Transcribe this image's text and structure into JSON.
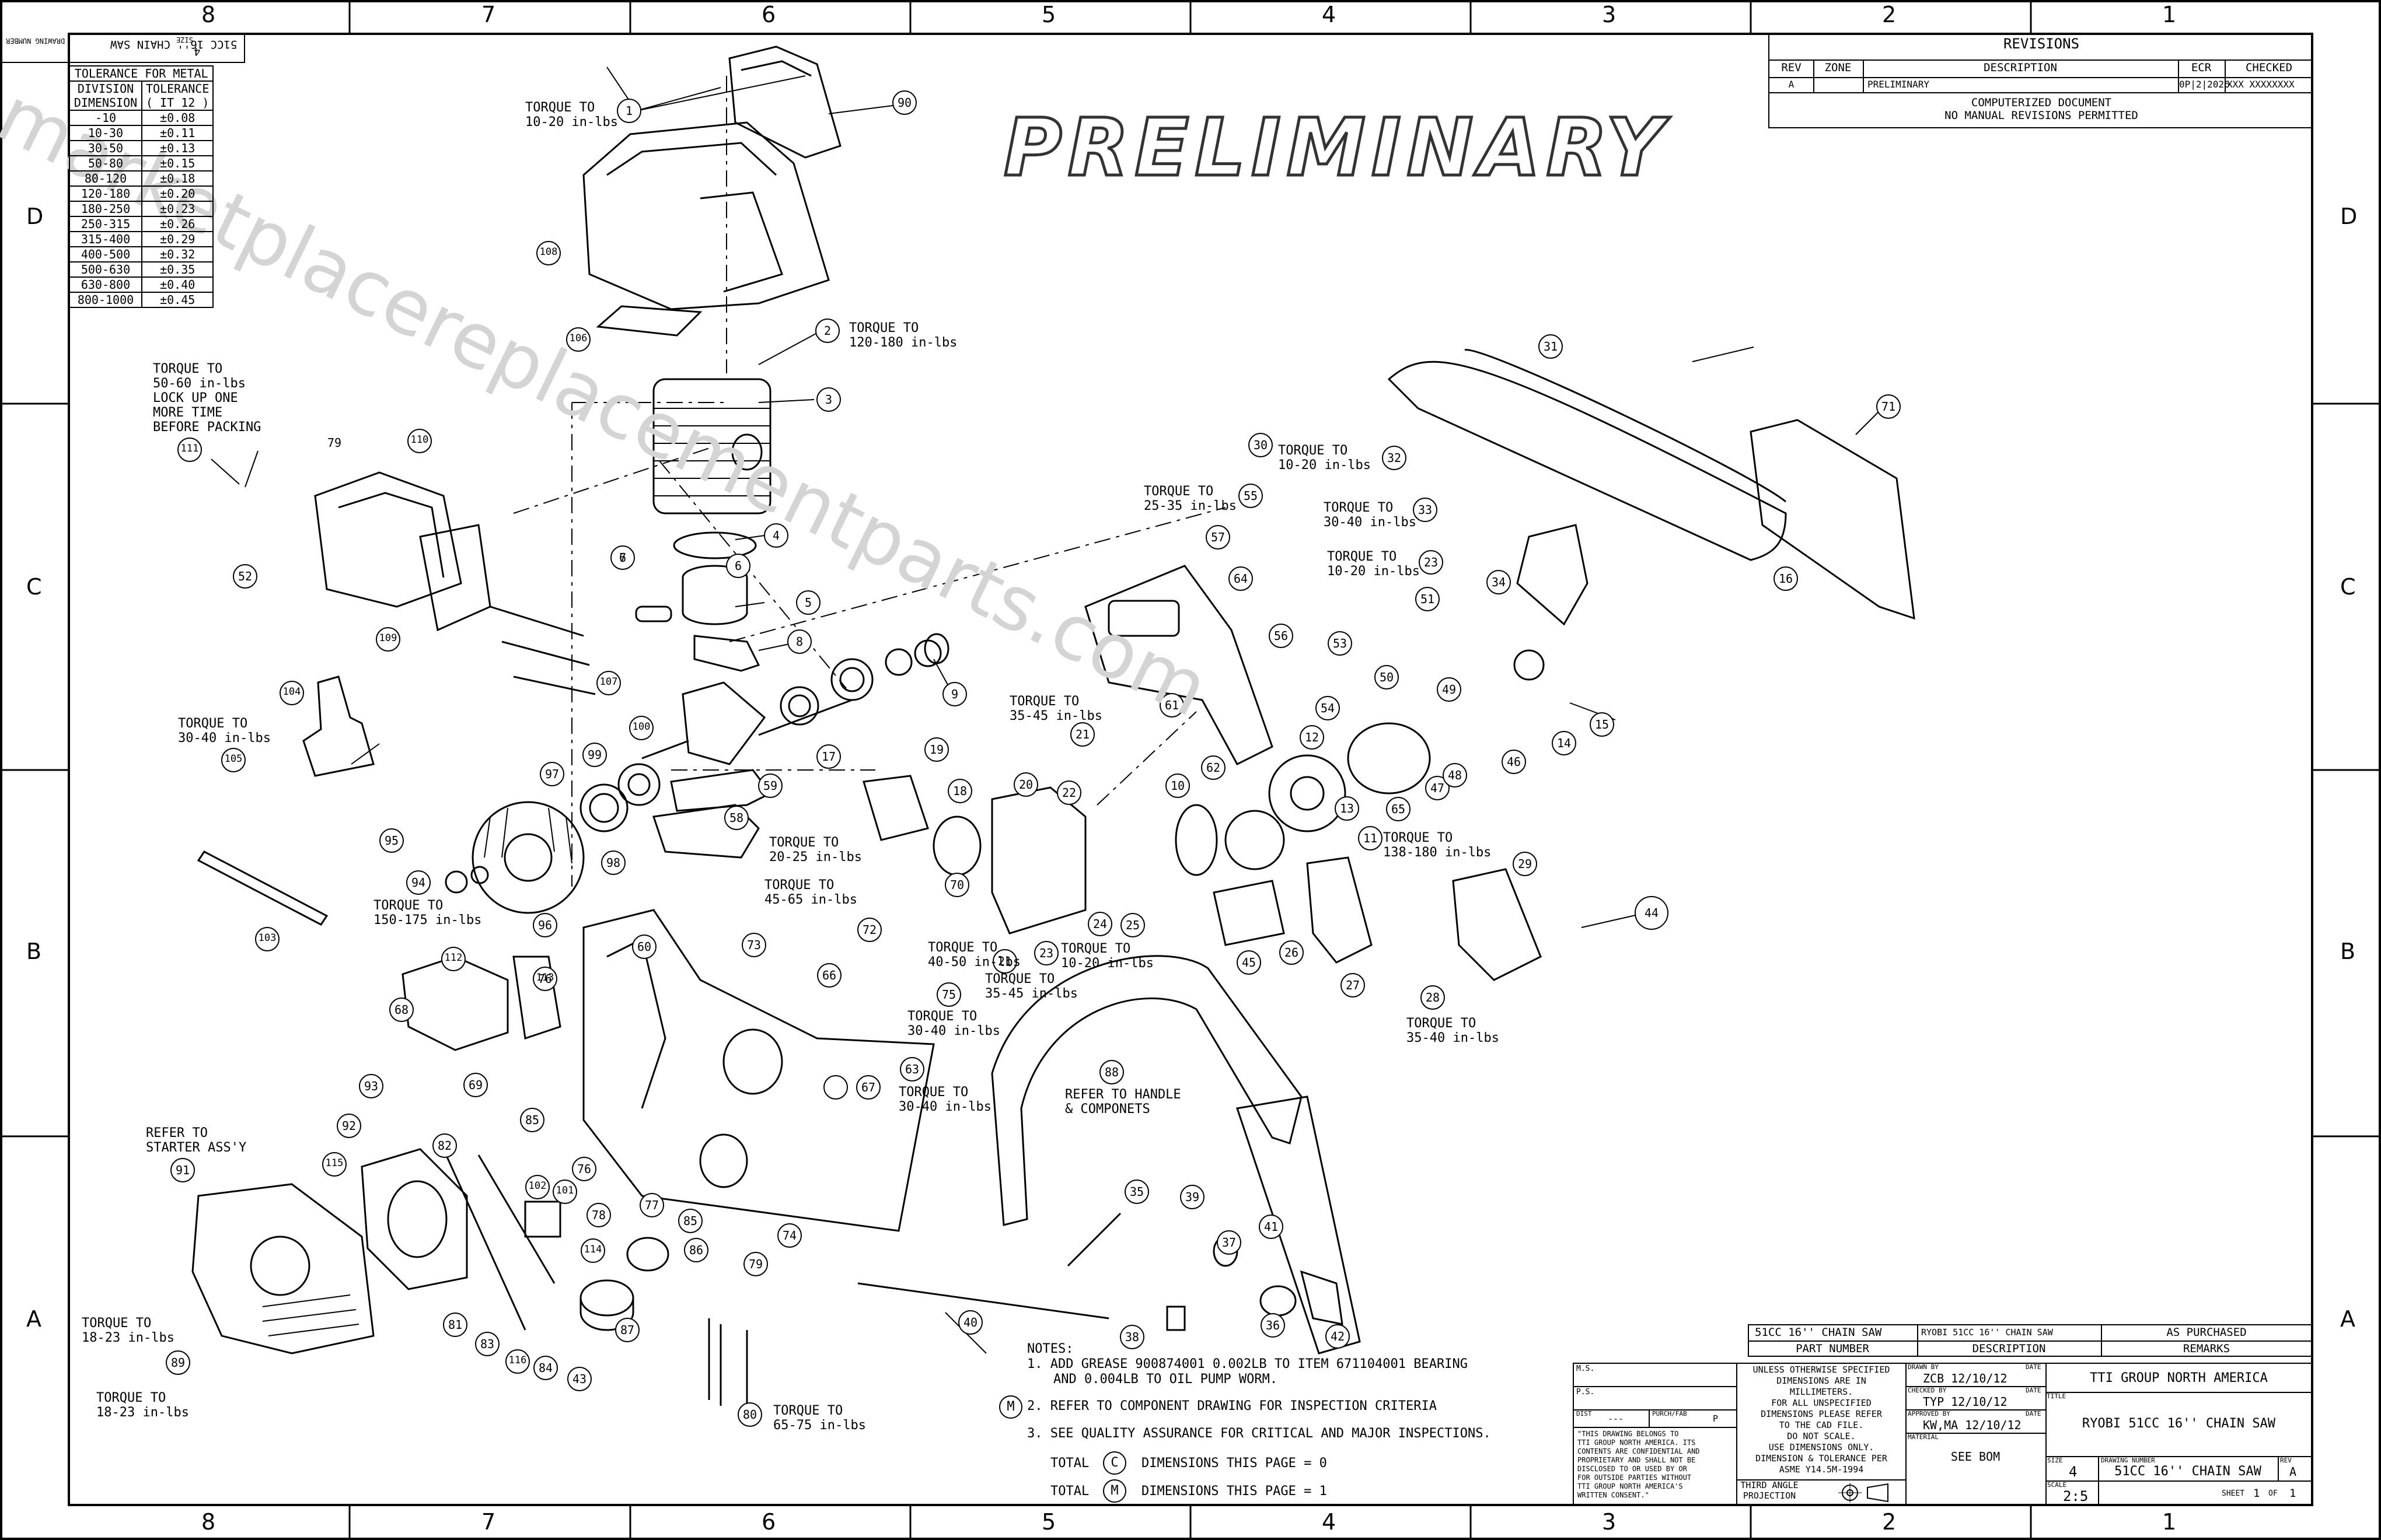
{
  "drawing": {
    "preliminary_stamp": "PRELIMINARY",
    "watermark": "marketplacereplacementparts.com",
    "top_left_flipped": "51CC 16'' CHAIN SAW",
    "size_label": "SIZE",
    "drawing_number_label": "DRAWING NUMBER",
    "size_value": "4"
  },
  "zones": {
    "columns": [
      "8",
      "7",
      "6",
      "5",
      "4",
      "3",
      "2",
      "1"
    ],
    "rows": [
      "D",
      "C",
      "B",
      "A"
    ]
  },
  "tolerance_table": {
    "title": "TOLERANCE FOR METAL",
    "headers": [
      "DIVISION DIMENSION",
      "TOLERANCE ( IT 12 )"
    ],
    "rows": [
      [
        "-10",
        "±0.08"
      ],
      [
        "10-30",
        "±0.11"
      ],
      [
        "30-50",
        "±0.13"
      ],
      [
        "50-80",
        "±0.15"
      ],
      [
        "80-120",
        "±0.18"
      ],
      [
        "120-180",
        "±0.20"
      ],
      [
        "180-250",
        "±0.23"
      ],
      [
        "250-315",
        "±0.26"
      ],
      [
        "315-400",
        "±0.29"
      ],
      [
        "400-500",
        "±0.32"
      ],
      [
        "500-630",
        "±0.35"
      ],
      [
        "630-800",
        "±0.40"
      ],
      [
        "800-1000",
        "±0.45"
      ]
    ]
  },
  "revisions": {
    "title": "REVISIONS",
    "headers": [
      "REV",
      "ZONE",
      "DESCRIPTION",
      "ECR",
      "CHECKED"
    ],
    "row": [
      "A",
      "",
      "PRELIMINARY",
      "0P|2|2026",
      "XXX XXXXXXXX"
    ],
    "note_line1": "COMPUTERIZED DOCUMENT",
    "note_line2": "NO MANUAL REVISIONS PERMITTED"
  },
  "callouts": [
    {
      "id": "1",
      "label": "1"
    },
    {
      "id": "2",
      "label": "2"
    },
    {
      "id": "3",
      "label": "3"
    },
    {
      "id": "4",
      "label": "4"
    },
    {
      "id": "5",
      "label": "5"
    },
    {
      "id": "6a",
      "label": "6"
    },
    {
      "id": "6b",
      "label": "6"
    },
    {
      "id": "7",
      "label": "7"
    },
    {
      "id": "8",
      "label": "8"
    },
    {
      "id": "9",
      "label": "9"
    },
    {
      "id": "10",
      "label": "10"
    },
    {
      "id": "11",
      "label": "11"
    },
    {
      "id": "12",
      "label": "12"
    },
    {
      "id": "13",
      "label": "13"
    },
    {
      "id": "14",
      "label": "14"
    },
    {
      "id": "15",
      "label": "15"
    },
    {
      "id": "16",
      "label": "16"
    },
    {
      "id": "17",
      "label": "17"
    },
    {
      "id": "18",
      "label": "18"
    },
    {
      "id": "19",
      "label": "19"
    },
    {
      "id": "20",
      "label": "20"
    },
    {
      "id": "21a",
      "label": "21"
    },
    {
      "id": "21b",
      "label": "21"
    },
    {
      "id": "22",
      "label": "22"
    },
    {
      "id": "23a",
      "label": "23"
    },
    {
      "id": "23b",
      "label": "23"
    },
    {
      "id": "24",
      "label": "24"
    },
    {
      "id": "25",
      "label": "25"
    },
    {
      "id": "26",
      "label": "26"
    },
    {
      "id": "27",
      "label": "27"
    },
    {
      "id": "28",
      "label": "28"
    },
    {
      "id": "29",
      "label": "29"
    },
    {
      "id": "30",
      "label": "30"
    },
    {
      "id": "31",
      "label": "31"
    },
    {
      "id": "32",
      "label": "32"
    },
    {
      "id": "33",
      "label": "33"
    },
    {
      "id": "34",
      "label": "34"
    },
    {
      "id": "35",
      "label": "35"
    },
    {
      "id": "36",
      "label": "36"
    },
    {
      "id": "37",
      "label": "37"
    },
    {
      "id": "38",
      "label": "38"
    },
    {
      "id": "39",
      "label": "39"
    },
    {
      "id": "40",
      "label": "40"
    },
    {
      "id": "41",
      "label": "41"
    },
    {
      "id": "42",
      "label": "42"
    },
    {
      "id": "43",
      "label": "43"
    },
    {
      "id": "44",
      "label": "44"
    },
    {
      "id": "45",
      "label": "45"
    },
    {
      "id": "46",
      "label": "46"
    },
    {
      "id": "47",
      "label": "47"
    },
    {
      "id": "48",
      "label": "48"
    },
    {
      "id": "49",
      "label": "49"
    },
    {
      "id": "50",
      "label": "50"
    },
    {
      "id": "51",
      "label": "51"
    },
    {
      "id": "52",
      "label": "52"
    },
    {
      "id": "53",
      "label": "53"
    },
    {
      "id": "54",
      "label": "54"
    },
    {
      "id": "55",
      "label": "55"
    },
    {
      "id": "56",
      "label": "56"
    },
    {
      "id": "57",
      "label": "57"
    },
    {
      "id": "58",
      "label": "58"
    },
    {
      "id": "59",
      "label": "59"
    },
    {
      "id": "60",
      "label": "60"
    },
    {
      "id": "61",
      "label": "61"
    },
    {
      "id": "62",
      "label": "62"
    },
    {
      "id": "63",
      "label": "63"
    },
    {
      "id": "64",
      "label": "64"
    },
    {
      "id": "65",
      "label": "65"
    },
    {
      "id": "66",
      "label": "66"
    },
    {
      "id": "67",
      "label": "67"
    },
    {
      "id": "68",
      "label": "68"
    },
    {
      "id": "69",
      "label": "69"
    },
    {
      "id": "70",
      "label": "70"
    },
    {
      "id": "71",
      "label": "71"
    },
    {
      "id": "72",
      "label": "72"
    },
    {
      "id": "73",
      "label": "73"
    },
    {
      "id": "74",
      "label": "74"
    },
    {
      "id": "75",
      "label": "75"
    },
    {
      "id": "76a",
      "label": "76"
    },
    {
      "id": "76b",
      "label": "76"
    },
    {
      "id": "77",
      "label": "77"
    },
    {
      "id": "78",
      "label": "78"
    },
    {
      "id": "79a",
      "label": "79"
    },
    {
      "id": "79b",
      "label": "79"
    },
    {
      "id": "80",
      "label": "80"
    },
    {
      "id": "81",
      "label": "81"
    },
    {
      "id": "82",
      "label": "82"
    },
    {
      "id": "83",
      "label": "83"
    },
    {
      "id": "84",
      "label": "84"
    },
    {
      "id": "85a",
      "label": "85"
    },
    {
      "id": "85b",
      "label": "85"
    },
    {
      "id": "86",
      "label": "86"
    },
    {
      "id": "87",
      "label": "87"
    },
    {
      "id": "88",
      "label": "88"
    },
    {
      "id": "89",
      "label": "89"
    },
    {
      "id": "90",
      "label": "90"
    },
    {
      "id": "91",
      "label": "91"
    },
    {
      "id": "92",
      "label": "92"
    },
    {
      "id": "93",
      "label": "93"
    },
    {
      "id": "94",
      "label": "94"
    },
    {
      "id": "95",
      "label": "95"
    },
    {
      "id": "96",
      "label": "96"
    },
    {
      "id": "97",
      "label": "97"
    },
    {
      "id": "98",
      "label": "98"
    },
    {
      "id": "99",
      "label": "99"
    },
    {
      "id": "100",
      "label": "100"
    },
    {
      "id": "101",
      "label": "101"
    },
    {
      "id": "102",
      "label": "102"
    },
    {
      "id": "103",
      "label": "103"
    },
    {
      "id": "104",
      "label": "104"
    },
    {
      "id": "105",
      "label": "105"
    },
    {
      "id": "106",
      "label": "106"
    },
    {
      "id": "107",
      "label": "107"
    },
    {
      "id": "108",
      "label": "108"
    },
    {
      "id": "109",
      "label": "109"
    },
    {
      "id": "110",
      "label": "110"
    },
    {
      "id": "111",
      "label": "111"
    },
    {
      "id": "112",
      "label": "112"
    },
    {
      "id": "113",
      "label": "113"
    },
    {
      "id": "114",
      "label": "114"
    },
    {
      "id": "115",
      "label": "115"
    },
    {
      "id": "116",
      "label": "116"
    }
  ],
  "annotations": [
    {
      "id": "torque_1",
      "lines": [
        "TORQUE TO",
        "10-20 in-lbs"
      ]
    },
    {
      "id": "torque_2",
      "lines": [
        "TORQUE TO",
        "120-180 in-lbs"
      ]
    },
    {
      "id": "torque_111",
      "lines": [
        "TORQUE TO",
        "50-60 in-lbs",
        "LOCK UP ONE",
        "MORE TIME",
        "BEFORE PACKING"
      ]
    },
    {
      "id": "torque_105",
      "lines": [
        "TORQUE TO",
        "30-40 in-lbs"
      ]
    },
    {
      "id": "torque_94",
      "lines": [
        "TORQUE TO",
        "150-175 in-lbs"
      ]
    },
    {
      "id": "torque_58",
      "lines": [
        "TORQUE TO",
        "20-25 in-lbs"
      ]
    },
    {
      "id": "torque_60",
      "lines": [
        "TORQUE TO",
        "45-65 in-lbs"
      ]
    },
    {
      "id": "torque_21",
      "lines": [
        "TORQUE TO",
        "35-45 in-lbs"
      ]
    },
    {
      "id": "torque_75",
      "lines": [
        "TORQUE TO",
        "40-50 in-lbs"
      ]
    },
    {
      "id": "torque_23",
      "lines": [
        "TORQUE TO",
        "10-20 in-lbs"
      ]
    },
    {
      "id": "torque_66",
      "lines": [
        "TORQUE TO",
        "35-45 in-lbs"
      ]
    },
    {
      "id": "torque_63a",
      "lines": [
        "TORQUE TO",
        "30-40 in-lbs"
      ]
    },
    {
      "id": "torque_63b",
      "lines": [
        "TORQUE TO",
        "30-40 in-lbs"
      ]
    },
    {
      "id": "torque_55",
      "lines": [
        "TORQUE TO",
        "25-35 in-lbs"
      ]
    },
    {
      "id": "torque_30",
      "lines": [
        "TORQUE TO",
        "10-20 in-lbs"
      ]
    },
    {
      "id": "torque_33",
      "lines": [
        "TORQUE TO",
        "30-40 in-lbs"
      ]
    },
    {
      "id": "torque_23b",
      "lines": [
        "TORQUE TO",
        "10-20 in-lbs"
      ]
    },
    {
      "id": "torque_11",
      "lines": [
        "TORQUE TO",
        "138-180 in-lbs"
      ]
    },
    {
      "id": "torque_28",
      "lines": [
        "TORQUE TO",
        "35-40 in-lbs"
      ]
    },
    {
      "id": "torque_81",
      "lines": [
        "TORQUE TO",
        "18-23 in-lbs"
      ]
    },
    {
      "id": "torque_89",
      "lines": [
        "TORQUE TO",
        "18-23 in-lbs"
      ]
    },
    {
      "id": "torque_80",
      "lines": [
        "TORQUE TO",
        "65-75 in-lbs"
      ]
    },
    {
      "id": "refer_starter",
      "lines": [
        "REFER TO",
        "STARTER ASS'Y"
      ]
    },
    {
      "id": "refer_handle",
      "lines": [
        "REFER TO HANDLE",
        "& COMPONETS"
      ]
    }
  ],
  "notes": {
    "title": "NOTES:",
    "items": [
      "1. ADD GREASE 900874001 0.002LB TO ITEM 671104001 BEARING",
      "AND 0.004LB TO OIL PUMP WORM.",
      "2. REFER TO COMPONENT DRAWING FOR INSPECTION CRITERIA",
      "3. SEE QUALITY ASSURANCE FOR CRITICAL AND MAJOR INSPECTIONS."
    ],
    "note2_symbol": "M",
    "total_label": "TOTAL",
    "c_symbol": "C",
    "c_text": "DIMENSIONS THIS PAGE = 0",
    "m_symbol": "M",
    "m_text": "DIMENSIONS THIS PAGE = 1"
  },
  "title_block": {
    "part_number_value": "51CC 16'' CHAIN SAW",
    "description_value": "RYOBI 51CC 16'' CHAIN SAW",
    "remarks_value": "AS PURCHASED",
    "part_number_label": "PART NUMBER",
    "description_label": "DESCRIPTION",
    "remarks_label": "REMARKS",
    "ms_label": "M.S.",
    "ps_label": "P.S.",
    "dist_label": "DIST",
    "dist_value": "---",
    "purch_label": "PURCH/FAB",
    "purch_value": "P",
    "legal": [
      "\"THIS DRAWING BELONGS TO",
      "TTI GROUP NORTH AMERICA. ITS",
      "CONTENTS ARE CONFIDENTIAL AND",
      "PROPRIETARY AND SHALL NOT BE",
      "DISCLOSED TO OR USED BY OR",
      "FOR OUTSIDE PARTIES WITHOUT",
      "TTI GROUP NORTH AMERICA'S",
      "WRITTEN CONSENT.\""
    ],
    "unless": [
      "UNLESS OTHERWISE SPECIFIED",
      "DIMENSIONS ARE IN",
      "MILLIMETERS.",
      "FOR ALL UNSPECIFIED",
      "DIMENSIONS PLEASE REFER",
      "TO THE CAD FILE.",
      "DO NOT SCALE.",
      "USE DIMENSIONS ONLY.",
      "DIMENSION & TOLERANCE PER",
      "ASME Y14.5M-1994"
    ],
    "third_angle": [
      "THIRD ANGLE",
      "PROJECTION"
    ],
    "drawn_by_label": "DRAWN BY",
    "drawn_by_value": "ZCB  12/10/12",
    "checked_by_label": "CHECKED BY",
    "checked_by_value": "TYP  12/10/12",
    "approved_by_label": "APPROVED BY",
    "approved_by_value": "KW,MA  12/10/12",
    "date_label": "DATE",
    "material_label": "MATERIAL",
    "material_value": "SEE BOM",
    "company": "TTI GROUP NORTH AMERICA",
    "title_label": "TITLE",
    "title_value": "RYOBI 51CC 16'' CHAIN SAW",
    "size_label": "SIZE",
    "size_value": "4",
    "drawing_number_label": "DRAWING NUMBER",
    "drawing_number_value": "51CC 16'' CHAIN SAW",
    "rev_label": "REV",
    "rev_value": "A",
    "scale_label": "SCALE",
    "scale_value": "2:5",
    "sheet_label": "SHEET",
    "sheet_value": "1",
    "of_label": "OF",
    "of_value": "1"
  }
}
